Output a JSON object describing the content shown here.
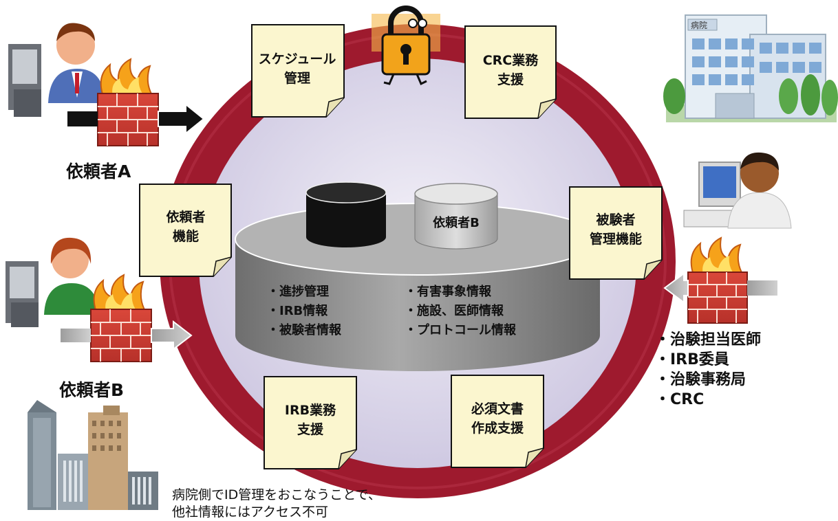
{
  "requesters": {
    "a_label": "依頼者A",
    "b_label": "依頼者B"
  },
  "hospital": {
    "sign": "病院"
  },
  "modules": {
    "schedule": [
      "スケジュール",
      "管理"
    ],
    "crc_support": [
      "CRC業務",
      "支援"
    ],
    "requester_function": [
      "依頼者",
      "機能"
    ],
    "subject_management": [
      "被験者",
      "管理機能"
    ],
    "irb_support": [
      "IRB業務",
      "支援"
    ],
    "document_support": [
      "必須文書",
      "作成支援"
    ]
  },
  "database": {
    "small_db_label": "依頼者B",
    "left_items": [
      "・進捗管理",
      "・IRB情報",
      "・被験者情報"
    ],
    "right_items": [
      "・有害事象情報",
      "・施設、医師情報",
      "・プロトコール情報"
    ]
  },
  "hospital_roles": [
    "・治験担当医師",
    "・IRB委員",
    "・治験事務局",
    "・CRC"
  ],
  "caption": [
    "病院側でID管理をおこなうことで、",
    "他社情報にはアクセス不可"
  ],
  "colors": {
    "ring": "#9e1a2e",
    "inner": "#d9d4ea",
    "note": "#fbf6cf",
    "db": "#8c8c8c",
    "lock": "#f2a31b"
  }
}
